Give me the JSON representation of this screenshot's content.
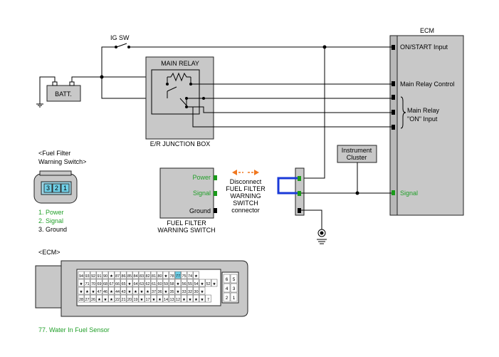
{
  "labels": {
    "ecm": "ECM",
    "ig_sw": "IG SW",
    "batt": "BATT.",
    "main_relay": "MAIN RELAY",
    "er_junction_box": "E/R JUNCTION BOX",
    "ecm_on_start": "ON/START Input",
    "ecm_main_relay_control": "Main Relay Control",
    "main_relay_on_1": "Main Relay",
    "main_relay_on_2": "\"ON\" Input",
    "instrument_1": "Instrument",
    "instrument_2": "Cluster",
    "ecm_signal": "Signal",
    "ffws_power": "Power",
    "ffws_signal": "Signal",
    "ffws_ground": "Ground",
    "ffws_title_1": "FUEL FILTER",
    "ffws_title_2": "WARNING SWITCH",
    "disconnect_1": "Disconnect",
    "disconnect_2": "FUEL FILTER",
    "disconnect_3": "WARNING",
    "disconnect_4": "SWITCH",
    "disconnect_5": "connector",
    "ffws_conn_title_1": "<Fuel Filter",
    "ffws_conn_title_2": "Warning Switch>",
    "ffws_pin_3": "3",
    "ffws_pin_2": "2",
    "ffws_pin_1": "1",
    "legend_power": "1. Power",
    "legend_signal": "2. Signal",
    "legend_ground": "3. Ground",
    "ecm_conn_title": "<ECM>",
    "ecm_note": "77. Water In Fuel Sensor"
  },
  "ecm_connector": {
    "row1": [
      "94",
      "93",
      "92",
      "91",
      "90",
      "★",
      "87",
      "86",
      "85",
      "84",
      "83",
      "82",
      "81",
      "80",
      "★",
      "78",
      "77",
      "75",
      "74",
      "★"
    ],
    "row2": [
      "★",
      "71",
      "70",
      "69",
      "68",
      "67",
      "66",
      "65",
      "★",
      "64",
      "63",
      "62",
      "61",
      "60",
      "59",
      "58",
      "★",
      "56",
      "55",
      "54",
      "★",
      "52",
      "★"
    ],
    "row3": [
      "★",
      "★",
      "★",
      "47",
      "46",
      "★",
      "44",
      "43",
      "★",
      "★",
      "★",
      "★",
      "37",
      "36",
      "★",
      "35",
      "★",
      "33",
      "32",
      "30",
      "★"
    ],
    "row4": [
      "28",
      "27",
      "26",
      "★",
      "★",
      "★",
      "22",
      "21",
      "20",
      "19",
      "★",
      "17",
      "★",
      "★",
      "14",
      "13",
      "12",
      "★",
      "★",
      "★",
      "★",
      "7"
    ],
    "side": [
      "6",
      "5",
      "4",
      "3",
      "2",
      "1"
    ],
    "highlight": "77"
  },
  "colors": {
    "housing": "#c8c8c8",
    "highlight_wire": "#1a3ad8",
    "label_green": "#22a02a",
    "disconnect_arrow": "#f07820",
    "pin_highlight": "#6fd0e8"
  }
}
